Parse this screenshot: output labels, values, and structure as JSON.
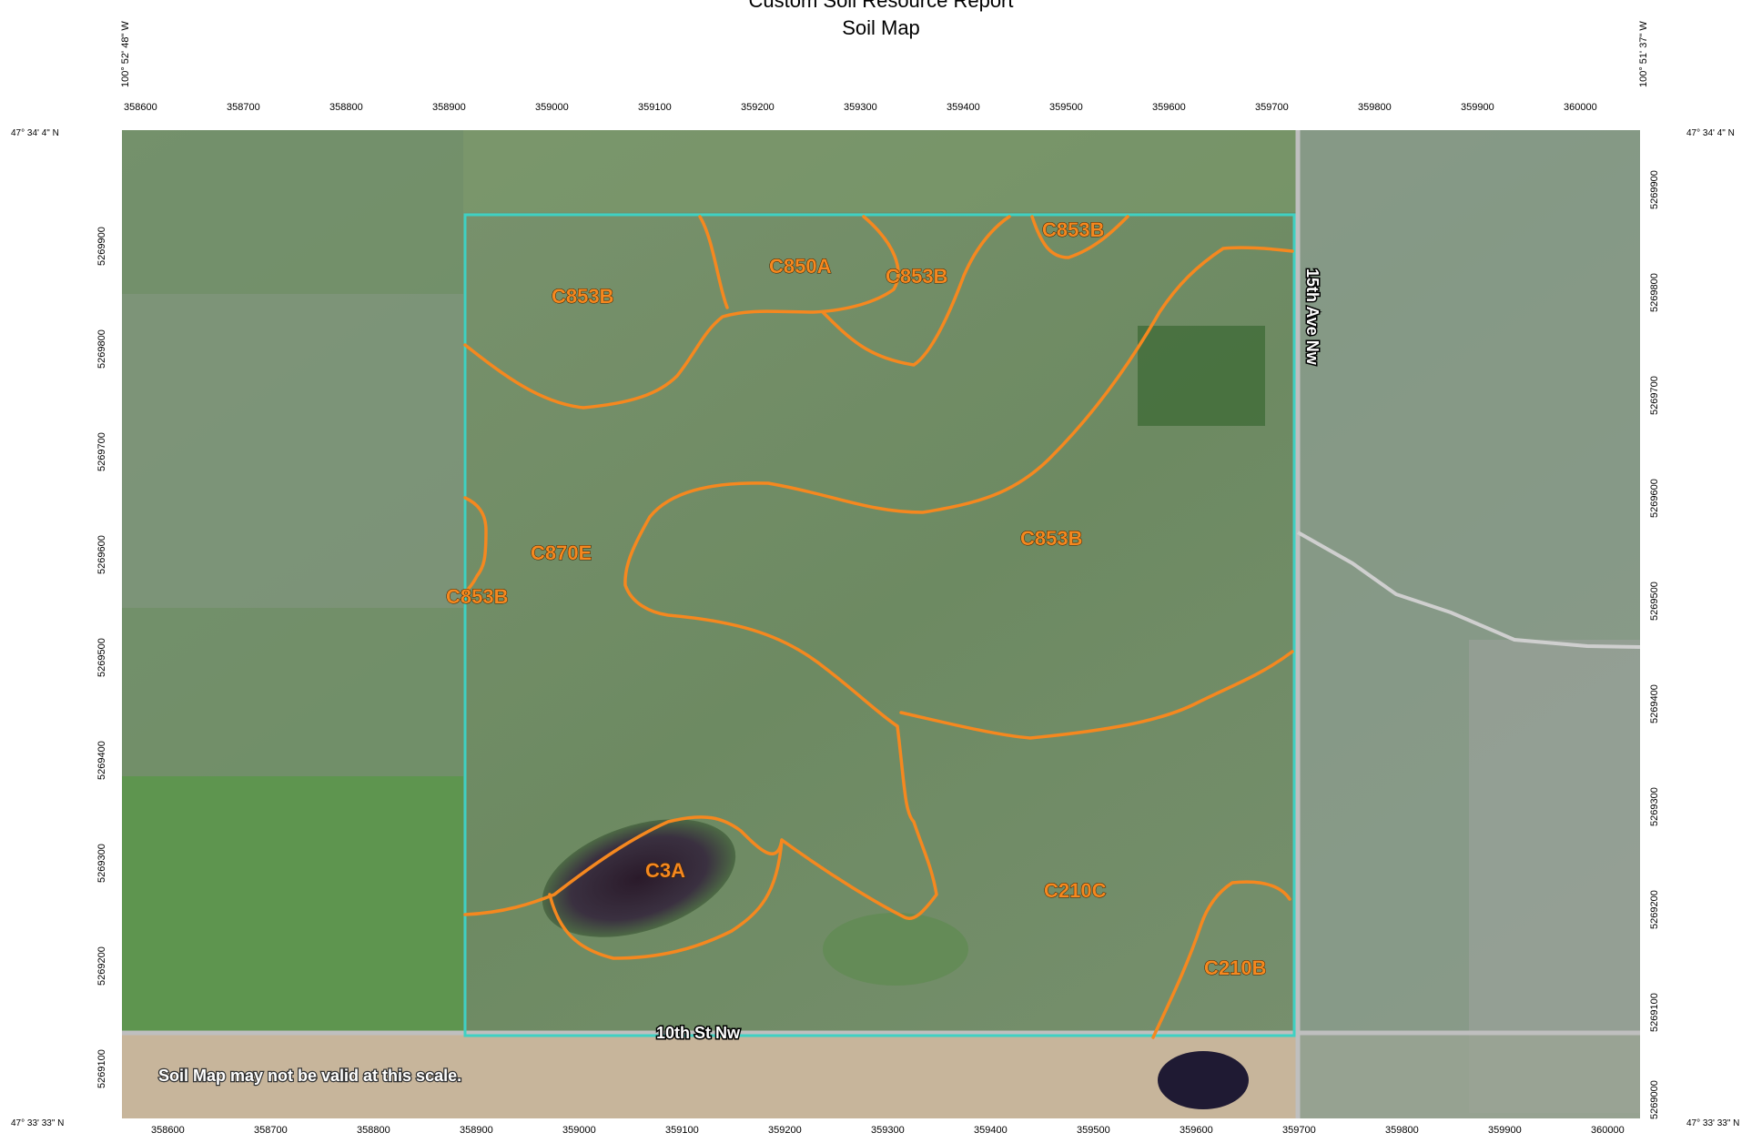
{
  "header": {
    "line1": "Custom Soil Resource Report",
    "line2": "Soil Map"
  },
  "coords": {
    "lon_left": "100° 52' 48\" W",
    "lon_right": "100° 51' 37\" W",
    "lat_top": "47° 34' 4\" N",
    "lat_bottom": "47° 33' 33\" N"
  },
  "easting_ticks": [
    "358600",
    "358700",
    "358800",
    "358900",
    "359000",
    "359100",
    "359200",
    "359300",
    "359400",
    "359500",
    "359600",
    "359700",
    "359800",
    "359900",
    "360000"
  ],
  "northing_ticks": [
    "5269900",
    "5269800",
    "5269700",
    "5269600",
    "5269500",
    "5269400",
    "5269300",
    "5269200",
    "5269100",
    "5269000"
  ],
  "map_units": [
    "C853B",
    "C850A",
    "C853B",
    "C853B",
    "C853B",
    "C870E",
    "C853B",
    "C3A",
    "C210C",
    "C210B"
  ],
  "roads": {
    "east": "15th Ave Nw",
    "south": "10th St Nw"
  },
  "scale_note": "Soil Map may not be valid at this scale.",
  "colors": {
    "soil_line": "#f5881f",
    "aoi_boundary": "#3fd1c3",
    "label_fill": "#f5881f",
    "label_stroke": "#3a1f00"
  }
}
